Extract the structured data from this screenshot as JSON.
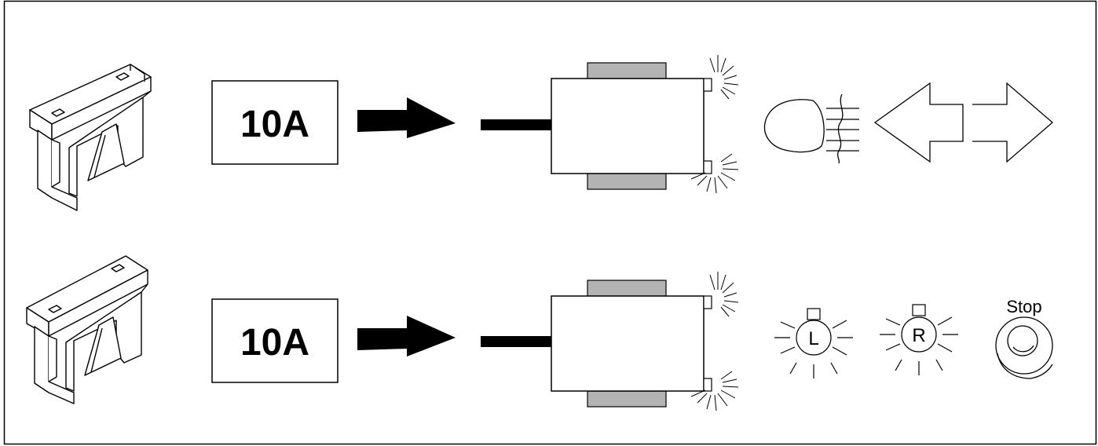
{
  "rows": [
    {
      "fuse_rating": "10A",
      "indicators": "headlight-hazard"
    },
    {
      "fuse_rating": "10A",
      "indicators": "bulbs-stop",
      "left_bulb_label": "L",
      "right_bulb_label": "R",
      "stop_label": "Stop"
    }
  ],
  "colors": {
    "line": "#000000",
    "connector_clip": "#b3b3b3",
    "background": "#ffffff"
  }
}
